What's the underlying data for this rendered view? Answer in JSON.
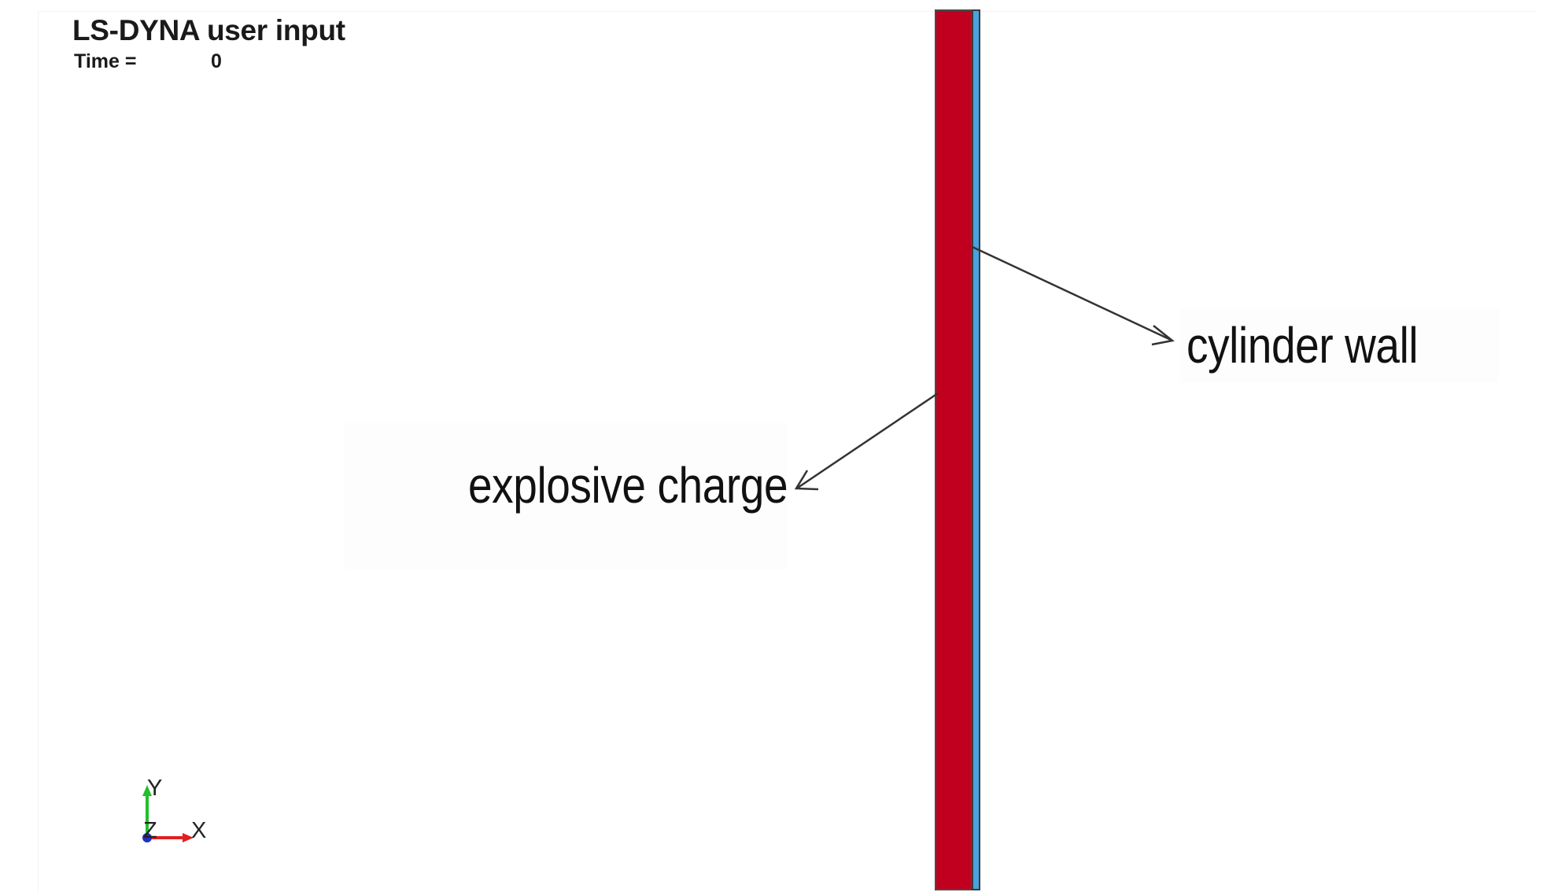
{
  "header": {
    "title": "LS-DYNA user input",
    "time_label": "Time =",
    "time_value": "0"
  },
  "parts": {
    "charge_color": "#c0001e",
    "wall_color": "#4aa3dd"
  },
  "annotations": {
    "wall_label": "cylinder wall",
    "charge_label": "explosive charge"
  },
  "triad": {
    "y_label": "Y",
    "x_label": "X",
    "z_label": "Z",
    "y_color": "#22c02a",
    "x_color": "#e02020",
    "z_color": "#2030c0"
  }
}
